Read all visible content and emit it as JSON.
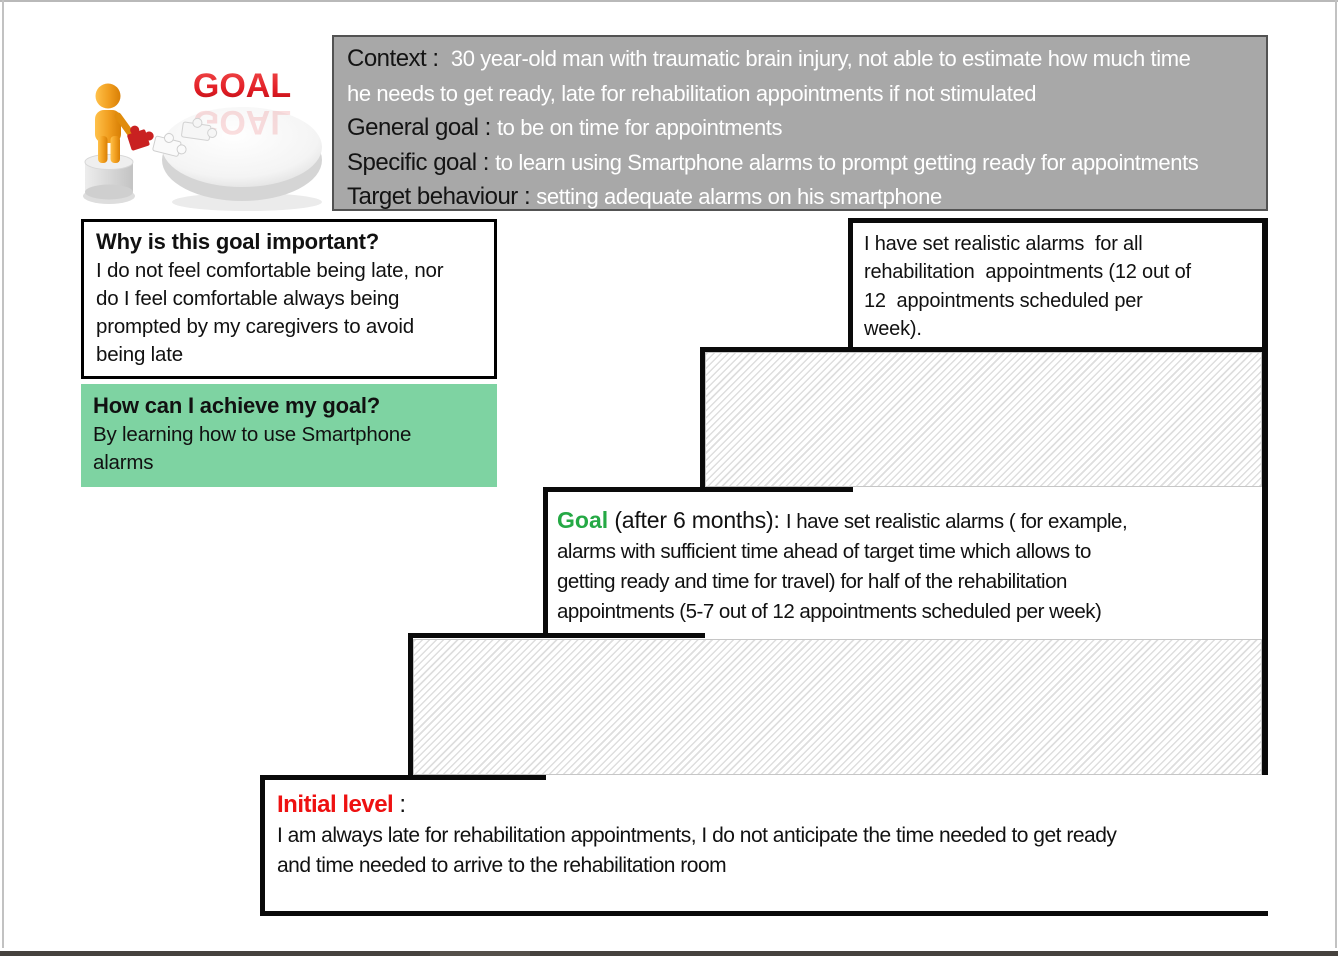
{
  "slide": {
    "bg": "#ffffff",
    "frame_color": "#b9b9b9",
    "bottom_bar_color": "#46423e"
  },
  "goal_image": {
    "caption": "GOAL",
    "caption_color": "#e21d25",
    "figure_color": "#f09d1e",
    "puzzle_accent_color": "#c92121",
    "disc_color": "#ededed"
  },
  "context_panel": {
    "bg": "#a8a8a8",
    "border_color": "#525252",
    "label_color": "#141414",
    "value_color": "#ffffff",
    "lines": [
      {
        "label": "Context :  ",
        "value": "30 year-old man with traumatic brain injury, not able to estimate how much time"
      },
      {
        "label": "",
        "value": "he needs to get ready, late for rehabilitation appointments if not stimulated"
      },
      {
        "label": "General goal : ",
        "value": "to be on time for appointments"
      },
      {
        "label": "Specific goal : ",
        "value": "to learn using Smartphone alarms to prompt getting ready for appointments"
      },
      {
        "label": "Target behaviour : ",
        "value": "setting adequate alarms on his smartphone"
      }
    ]
  },
  "why_box": {
    "border_color": "#000000",
    "title": "Why is this goal important?",
    "lines": [
      "I do not feel comfortable being late, nor",
      "do I feel comfortable always being",
      "prompted by my caregivers to avoid",
      "being late"
    ]
  },
  "how_box": {
    "bg": "#7ed3a2",
    "title": "How can I achieve my goal?",
    "lines": [
      "By learning how to use Smartphone",
      "alarms"
    ]
  },
  "staircase": {
    "line_color": "#0a0a0a",
    "hatch_color": "#dedede",
    "top_box": {
      "lines": [
        "I have set realistic alarms  for all",
        "rehabilitation  appointments (12 out of",
        "12  appointments scheduled per",
        "week)."
      ]
    },
    "goal_box": {
      "keyword": "Goal",
      "keyword_color": "#25a945",
      "lead": " (after 6 months): ",
      "line1_rest": "I have set realistic alarms ( for example,",
      "lines": [
        "alarms with sufficient time ahead of target time which allows to",
        "getting ready and time for travel) for half of the rehabilitation",
        "appointments (5-7 out of 12 appointments scheduled per week)"
      ]
    },
    "initial_box": {
      "keyword": "Initial level",
      "keyword_color": "#ee1111",
      "colon": " :",
      "lines": [
        "I am always late for rehabilitation appointments, I do not anticipate the time needed to get ready",
        "and time needed to arrive to the rehabilitation room"
      ]
    }
  }
}
